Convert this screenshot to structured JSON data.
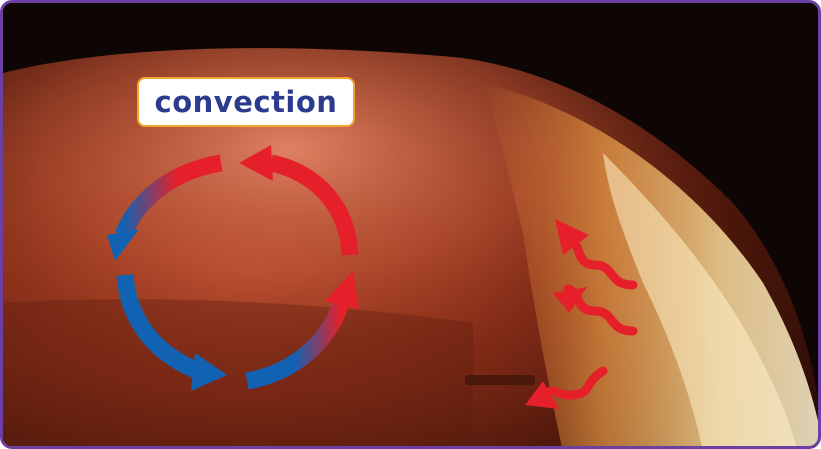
{
  "diagram": {
    "label": "convection",
    "colors": {
      "frame": "#6c3fa5",
      "label_text": "#2d3b8f",
      "label_border": "#f0a530",
      "hot_arrow": "#e5202a",
      "cool_arrow": "#1262b3"
    },
    "icons": [
      "convection-cycle-arrows",
      "heat-wave-arrows"
    ]
  }
}
